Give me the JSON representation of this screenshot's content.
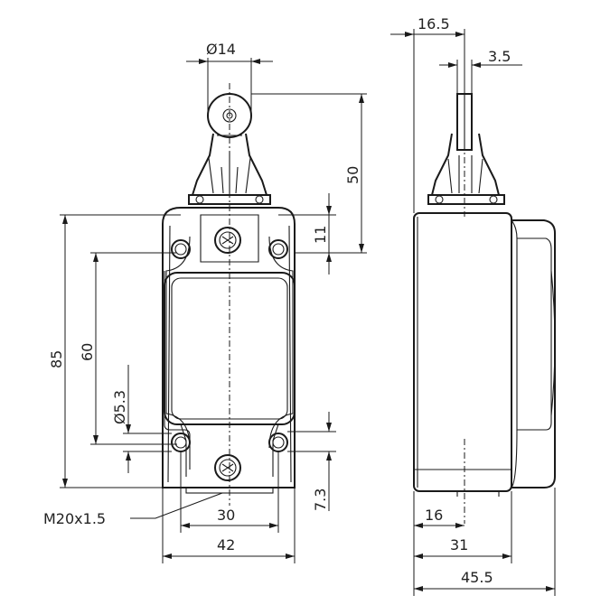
{
  "dimensions": {
    "roller_diameter": "Ø14",
    "actuator_height": "50",
    "top_hole_offset": "11",
    "body_height": "85",
    "hole_spacing_vertical": "60",
    "hole_diameter": "Ø5.3",
    "bottom_hole_offset": "7.3",
    "hole_spacing_horizontal": "30",
    "body_width": "42",
    "conduit_thread": "M20x1.5",
    "side_roller_offset": "16.5",
    "side_roller_width": "3.5",
    "side_conduit_offset": "16",
    "side_body_depth": "31",
    "side_total_depth": "45.5"
  }
}
